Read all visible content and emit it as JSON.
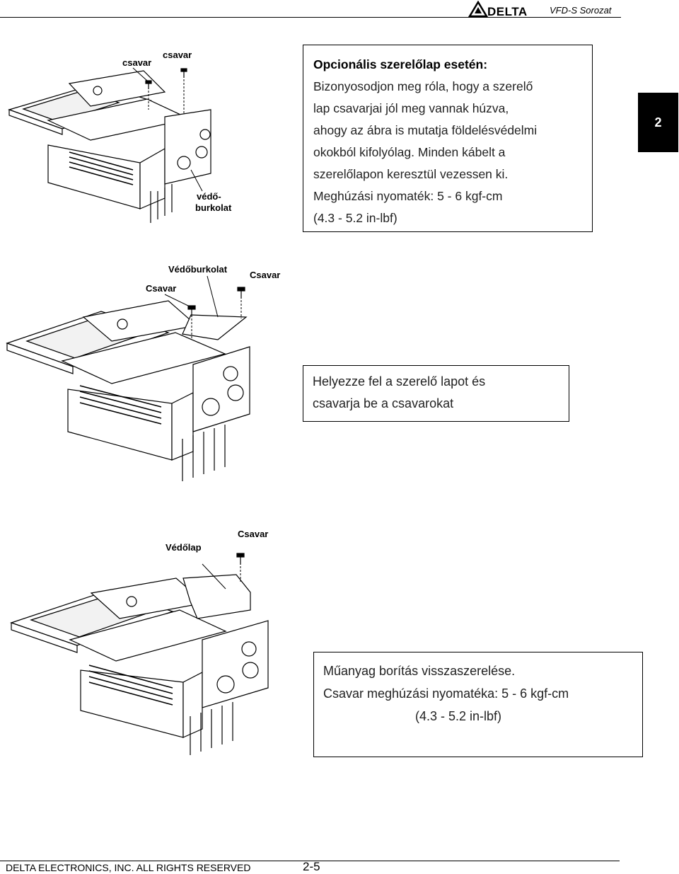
{
  "header": {
    "brand": "DELTA",
    "series": "VFD-S Sorozat"
  },
  "chapter_tab": "2",
  "figure1": {
    "label_screw_left": "csavar",
    "label_screw_right": "csavar",
    "label_cover_line1": "védő-",
    "label_cover_line2": "burkolat"
  },
  "note1": {
    "title": "Opcionális szerelőlap esetén:",
    "lines": [
      "Bizonyosodjon meg róla, hogy a szerelő",
      "lap csavarjai jól meg vannak húzva,",
      "ahogy az ábra is mutatja földelésvédelmi",
      "okokból kifolyólag. Minden kábelt a",
      "szerelőlapon keresztül vezessen ki.",
      "Meghúzási nyomaték: 5 - 6 kgf-cm",
      "(4.3 - 5.2 in-lbf)"
    ]
  },
  "figure2": {
    "label_cover": "Védőburkolat",
    "label_screw_left": "Csavar",
    "label_screw_right": "Csavar"
  },
  "note2": {
    "lines": [
      "Helyezze fel a szerelő lapot és",
      "csavarja be a csavarokat"
    ]
  },
  "figure3": {
    "label_plate": "Védőlap",
    "label_screw": "Csavar"
  },
  "note3": {
    "lines": [
      "Műanyag borítás visszaszerelése.",
      "Csavar meghúzási nyomatéka: 5 - 6 kgf-cm",
      "(4.3 - 5.2 in-lbf)"
    ]
  },
  "footer": {
    "copyright": "DELTA ELECTRONICS, INC. ALL RIGHTS RESERVED",
    "page": "2-5"
  }
}
